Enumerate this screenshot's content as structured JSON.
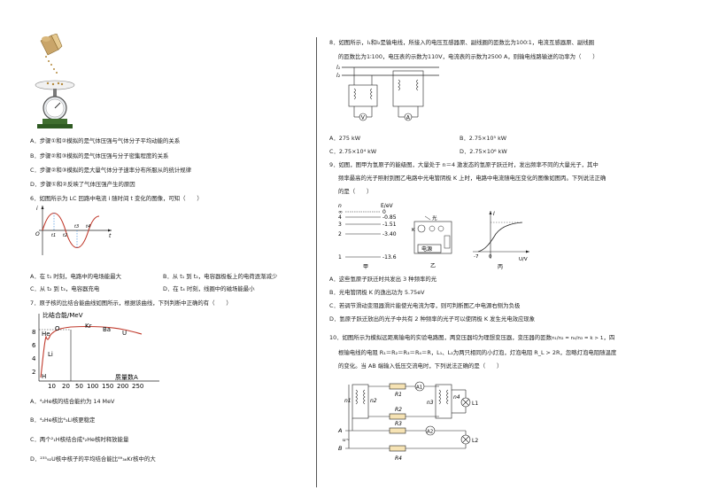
{
  "left": {
    "options_prev": [
      "A．步骤①和②模拟的是气体压强与气体分子平均动能的关系",
      "B．步骤②和③模拟的是气体压强与分子密集程度的关系",
      "C．步骤②和③模拟的是大量气体分子速率分布所服从的统计规律",
      "D．步骤①和②反映了气体压强产生的原因"
    ],
    "q6": {
      "text": "6．如图所示为 LC 回路中电流 i 随时间 t 变化的图像，可知（　　）",
      "graph_labels": {
        "i": "i",
        "o": "O",
        "t": "t",
        "t1": "t1",
        "t2": "t2",
        "t3": "t3",
        "t4": "t4"
      },
      "options_row1": [
        "A．在 t₁ 时刻，电路中的电场能最大",
        "B．从 t₁ 到 t₂，电容器极板上的电荷逐渐减少"
      ],
      "options_row2": [
        "C．从 t₂ 到 t₃，电容器充电",
        "D．在 t₄ 时刻，线圈中的磁场能最小"
      ]
    },
    "q7": {
      "text": "7．原子核的比结合能曲线如图所示，根据该曲线，下列判断中正确的有（　　）",
      "graph": {
        "ylabel": "比结合能/MeV",
        "xlabel": "质量数A",
        "yticks": [
          "8",
          "6",
          "4",
          "2"
        ],
        "xticks": [
          "10",
          "20",
          "50",
          "100",
          "150",
          "200",
          "250"
        ],
        "nuclides": [
          "He",
          "O",
          "Kr",
          "Ba",
          "U",
          "Li",
          "H"
        ]
      },
      "options": [
        "A．⁴₂He核的结合能约为 14 MeV",
        "B．⁴₂He核比⁶₃Li核更稳定",
        "C．两个²₁H核结合成⁴₂He核时释放能量",
        "D．²³⁵₉₂U核中核子的平均结合能比⁸⁹₃₆Kr核中的大"
      ]
    }
  },
  "right": {
    "q8": {
      "text_l1": "8．如图所示，l₁和l₂是输电线，所接入的电压互感器原、副线圈的匝数比为100∶1，电流互感器原、副线圈",
      "text_l2": "的匝数比为1∶100，电压表的示数为110V，电流表的示数为2500 A，则输电线路输送的功率为（　　）",
      "wire1": "l₁",
      "wire2": "l₂",
      "meter_v": "V",
      "meter_a": "A",
      "options": [
        "A．275 kW",
        "B．2.75×10⁵ kW",
        "C．2.75×10⁴ kW",
        "D．2.75×10⁶ kW"
      ]
    },
    "q9": {
      "text_l1": "9．如图，图甲为氢原子的能级图，大量处于 n＝4 激发态的氢原子跃迁时，发出频率不同的大量光子，其中",
      "text_l2": "频率最高的光子照射到图乙电路中光电管阴极 K 上时，电路中电流随电压变化的图像如图丙。下列说法正确",
      "text_l3": "的是（　　）",
      "levels": [
        {
          "n": "∞",
          "e": "0"
        },
        {
          "n": "4",
          "e": "-0.85"
        },
        {
          "n": "3",
          "e": "-1.51"
        },
        {
          "n": "2",
          "e": "-3.40"
        },
        {
          "n": "1",
          "e": "-13.6"
        }
      ],
      "n_header": "n",
      "e_header": "E/eV",
      "labels": {
        "jia": "甲",
        "yi": "乙",
        "bing": "丙",
        "light": "光",
        "K": "K",
        "power": "电源",
        "I": "I",
        "U": "U/V",
        "m7": "-7",
        "zero": "0"
      },
      "options": [
        "A．这些氢原子跃迁时共发出 3 种频率的光",
        "B．光电管阴极 K 的逸出功为 5.75eV",
        "C．若调节滑动变阻器滑片能使光电流为零，则可判断图乙中电源右侧为负极",
        "D．氢原子跃迁放出的光子中共有 2 种频率的光子可以使阴极 K 发生光电效应现象"
      ]
    },
    "q10": {
      "text_l1a": "10．如图所示为模拟远距离输电的实验电路图，两变压器均为理想变压器，变压器的匝数",
      "ratio_eq": "n₁/n₂ = n₄/n₃ = k > 1",
      "text_l1b": "，四",
      "text_l2": "根输电线的电阻 R₁＝R₂＝R₃＝R₄＝R，L₁、L₂为两只相同的小灯泡，灯泡电阻 R_L > 2R，忽略灯泡电阻随温度",
      "text_l3": "的变化。当 AB 端输入低压交流电时，下列说法正确的是（　　）",
      "circuit": {
        "n1": "n1",
        "n2": "n2",
        "n3": "n3",
        "n4": "n4",
        "R1": "R1",
        "R2": "R2",
        "R3": "R3",
        "R4": "R4",
        "A1": "A1",
        "A2": "A2",
        "L1": "L1",
        "L2": "L2",
        "A": "A",
        "B": "B",
        "u": "u~"
      }
    }
  }
}
